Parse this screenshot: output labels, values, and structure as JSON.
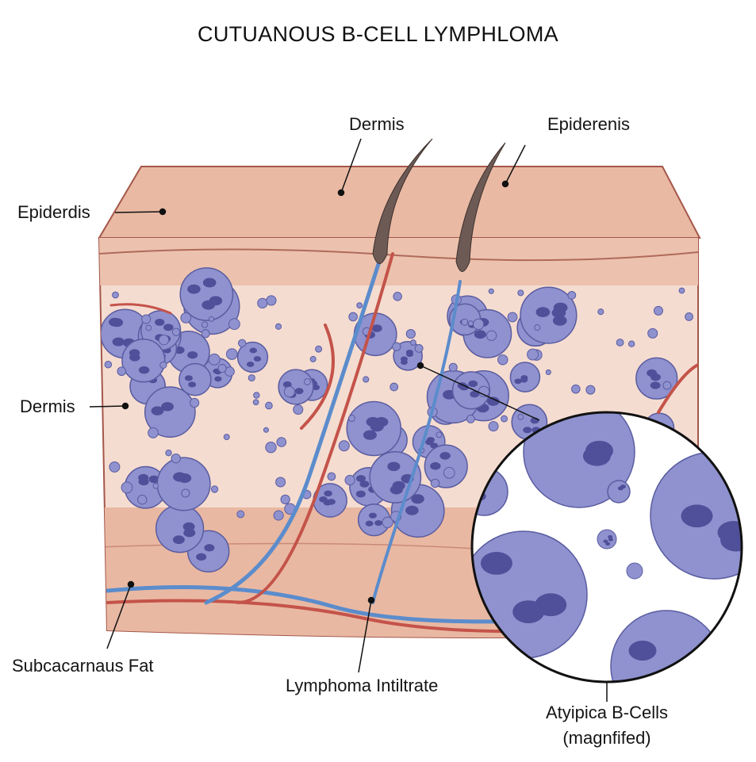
{
  "title": "CUTUANOUS B-CELL LYMPHLOMA",
  "labels": {
    "dermis_top": "Dermis",
    "epiderenis_top": "Epiderenis",
    "epiderdis_left": "Epiderdis",
    "dermis_left": "Dermis",
    "subcutaneous_fat": "Subcacarnaus Fat",
    "lymphoma_infiltrate": "Lymphoma Intiltrate",
    "atypical_cells_line1": "Atyipica B-Cells",
    "atypical_cells_line2": "(magnfifed)"
  },
  "colors": {
    "epidermis": "#e7b49c",
    "dermis": "#f5dcd0",
    "fat": "#e9b8a2",
    "cell": "#8f92cf",
    "nucleus": "#4f4f9a",
    "artery": "#c4534a",
    "vein": "#5b8ccc"
  }
}
